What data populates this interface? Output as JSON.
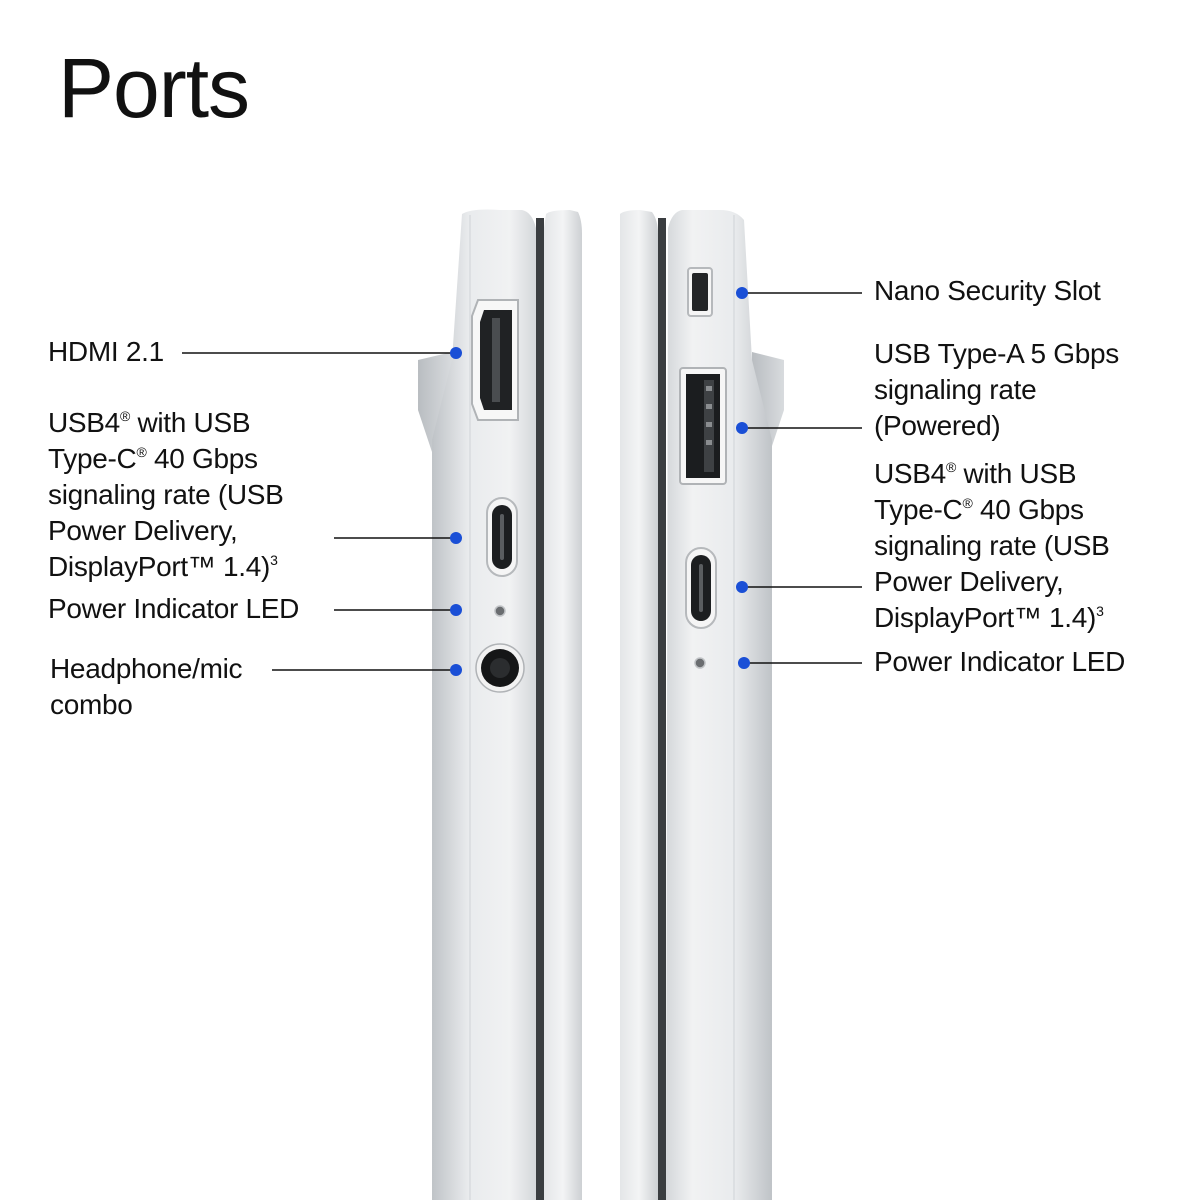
{
  "title": "Ports",
  "colors": {
    "background": "#ffffff",
    "text": "#111111",
    "callout_dot": "#1a4fd6",
    "chassis": "#e6e8ea"
  },
  "left_side": {
    "hdmi": "HDMI 2.1",
    "usb4": {
      "l1a": "USB4",
      "l1_mark": "®",
      "l1b": " with USB",
      "l2a": "Type-C",
      "l2_mark": "®",
      "l2b": " 40 Gbps",
      "l3": "signaling rate (USB",
      "l4": "Power Delivery,",
      "l5a": "DisplayPort™ 1.4)",
      "l5_mark": "3"
    },
    "power_led": "Power Indicator LED",
    "headphone": {
      "l1": "Headphone/mic",
      "l2": "combo"
    }
  },
  "right_side": {
    "security_slot": "Nano Security Slot",
    "usb_a": {
      "l1": "USB Type-A 5 Gbps",
      "l2": "signaling rate",
      "l3": "(Powered)"
    },
    "usb4": {
      "l1a": "USB4",
      "l1_mark": "®",
      "l1b": " with USB",
      "l2a": "Type-C",
      "l2_mark": "®",
      "l2b": " 40 Gbps",
      "l3": "signaling rate (USB",
      "l4": "Power Delivery,",
      "l5a": "DisplayPort™ 1.4)",
      "l5_mark": "3"
    },
    "power_led": "Power Indicator LED"
  }
}
